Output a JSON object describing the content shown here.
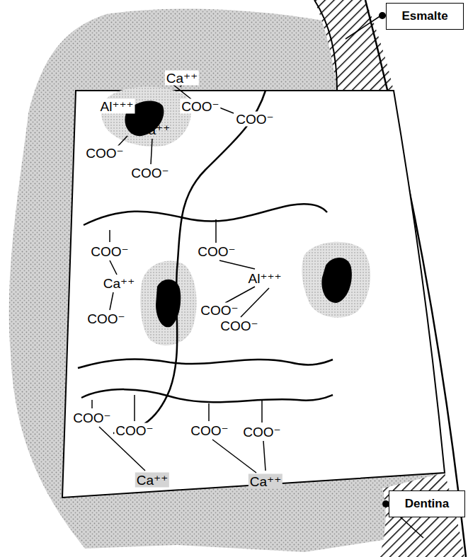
{
  "diagram": {
    "nodes": [
      {
        "text": [
          "Esmalte"
        ]
      },
      {
        "text": [
          "Dentina"
        ]
      }
    ],
    "labels": [
      "Ca⁺⁺",
      "Al⁺⁺⁺",
      "COO⁻",
      "COO⁻",
      "Ca⁺⁺",
      "COO⁻",
      "COO⁻",
      "COO⁻",
      "COO⁻",
      "Ca⁺⁺",
      "Al⁺⁺⁺",
      "COO⁻",
      "COO⁻",
      "COO⁻",
      "COO⁻",
      "COO⁻",
      "COO⁻",
      "COO⁻",
      "Ca⁺⁺",
      "Ca⁺⁺"
    ]
  }
}
